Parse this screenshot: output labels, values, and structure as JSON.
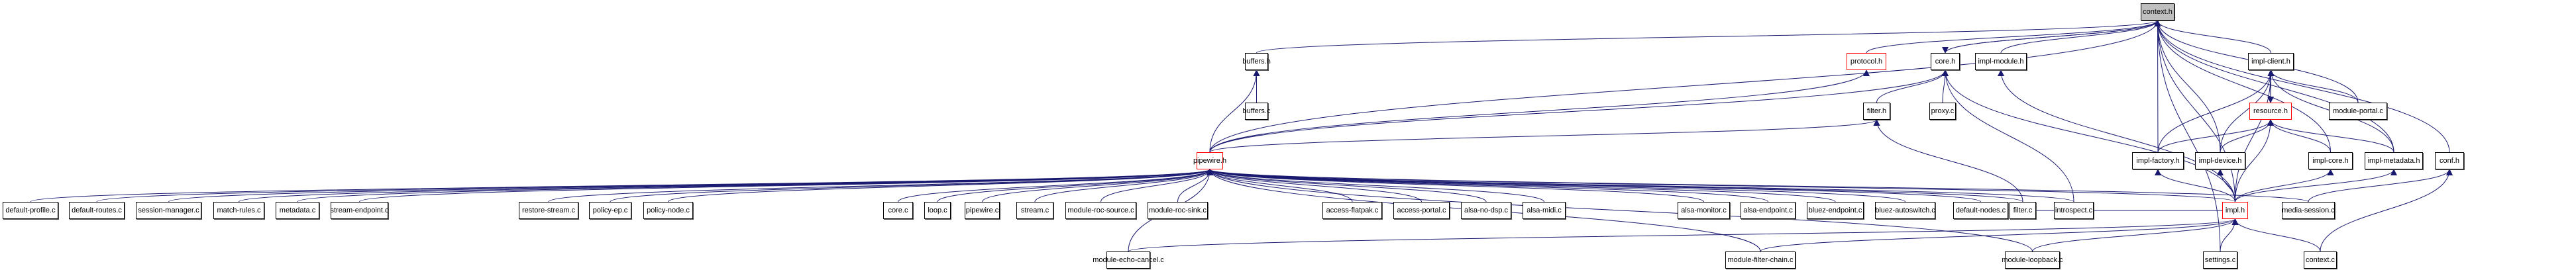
{
  "graph": {
    "title": "context.h",
    "edge_color": "#191970",
    "highlight_border": "#ff0000",
    "root_fill": "#bfbfbf",
    "nodes": [
      {
        "id": "context_h",
        "label": "context.h",
        "style": "root"
      },
      {
        "id": "buffers_h",
        "label": "buffers.h",
        "style": "normal"
      },
      {
        "id": "buffers_c",
        "label": "buffers.c",
        "style": "normal"
      },
      {
        "id": "protocol_h",
        "label": "protocol.h",
        "style": "red"
      },
      {
        "id": "core_h",
        "label": "core.h",
        "style": "normal"
      },
      {
        "id": "impl_module_h",
        "label": "impl-module.h",
        "style": "normal"
      },
      {
        "id": "impl_client_h",
        "label": "impl-client.h",
        "style": "normal"
      },
      {
        "id": "filter_h",
        "label": "filter.h",
        "style": "normal"
      },
      {
        "id": "proxy_c",
        "label": "proxy.c",
        "style": "normal"
      },
      {
        "id": "resource_h",
        "label": "resource.h",
        "style": "red"
      },
      {
        "id": "module_portal_c",
        "label": "module-portal.c",
        "style": "normal"
      },
      {
        "id": "pipewire_h",
        "label": "pipewire.h",
        "style": "red"
      },
      {
        "id": "impl_factory_h",
        "label": "impl-factory.h",
        "style": "normal"
      },
      {
        "id": "impl_device_h",
        "label": "impl-device.h",
        "style": "normal"
      },
      {
        "id": "impl_core_h",
        "label": "impl-core.h",
        "style": "normal"
      },
      {
        "id": "impl_metadata_h",
        "label": "impl-metadata.h",
        "style": "normal"
      },
      {
        "id": "conf_h",
        "label": "conf.h",
        "style": "normal"
      },
      {
        "id": "default_profile_c",
        "label": "default-profile.c",
        "style": "normal"
      },
      {
        "id": "default_routes_c",
        "label": "default-routes.c",
        "style": "normal"
      },
      {
        "id": "session_manager_c",
        "label": "session-manager.c",
        "style": "normal"
      },
      {
        "id": "match_rules_c",
        "label": "match-rules.c",
        "style": "normal"
      },
      {
        "id": "metadata_c",
        "label": "metadata.c",
        "style": "normal"
      },
      {
        "id": "stream_endpoint_c",
        "label": "stream-endpoint.c",
        "style": "normal"
      },
      {
        "id": "restore_stream_c",
        "label": "restore-stream.c",
        "style": "normal"
      },
      {
        "id": "policy_ep_c",
        "label": "policy-ep.c",
        "style": "normal"
      },
      {
        "id": "policy_node_c",
        "label": "policy-node.c",
        "style": "normal"
      },
      {
        "id": "core_c",
        "label": "core.c",
        "style": "normal"
      },
      {
        "id": "loop_c",
        "label": "loop.c",
        "style": "normal"
      },
      {
        "id": "pipewire_c",
        "label": "pipewire.c",
        "style": "normal"
      },
      {
        "id": "stream_c",
        "label": "stream.c",
        "style": "normal"
      },
      {
        "id": "module_roc_source_c",
        "label": "module-roc-source.c",
        "style": "normal"
      },
      {
        "id": "module_roc_sink_c",
        "label": "module-roc-sink.c",
        "style": "normal"
      },
      {
        "id": "access_flatpak_c",
        "label": "access-flatpak.c",
        "style": "normal"
      },
      {
        "id": "access_portal_c",
        "label": "access-portal.c",
        "style": "normal"
      },
      {
        "id": "alsa_no_dsp_c",
        "label": "alsa-no-dsp.c",
        "style": "normal"
      },
      {
        "id": "alsa_midi_c",
        "label": "alsa-midi.c",
        "style": "normal"
      },
      {
        "id": "alsa_monitor_c",
        "label": "alsa-monitor.c",
        "style": "normal"
      },
      {
        "id": "alsa_endpoint_c",
        "label": "alsa-endpoint.c",
        "style": "normal"
      },
      {
        "id": "bluez_endpoint_c",
        "label": "bluez-endpoint.c",
        "style": "normal"
      },
      {
        "id": "bluez_autoswitch_c",
        "label": "bluez-autoswitch.c",
        "style": "normal"
      },
      {
        "id": "default_nodes_c",
        "label": "default-nodes.c",
        "style": "normal"
      },
      {
        "id": "filter_c",
        "label": "filter.c",
        "style": "normal"
      },
      {
        "id": "introspect_c",
        "label": "introspect.c",
        "style": "normal"
      },
      {
        "id": "impl_h",
        "label": "impl.h",
        "style": "red"
      },
      {
        "id": "media_session_c",
        "label": "media-session.c",
        "style": "normal"
      },
      {
        "id": "module_echo_cancel_c",
        "label": "module-echo-cancel.c",
        "style": "normal"
      },
      {
        "id": "module_filter_chain_c",
        "label": "module-filter-chain.c",
        "style": "normal"
      },
      {
        "id": "module_loopback_c",
        "label": "module-loopback.c",
        "style": "normal"
      },
      {
        "id": "settings_c",
        "label": "settings.c",
        "style": "normal"
      },
      {
        "id": "context_c",
        "label": "context.c",
        "style": "normal"
      }
    ],
    "edges": [
      [
        "buffers_h",
        "context_h"
      ],
      [
        "protocol_h",
        "context_h"
      ],
      [
        "core_h",
        "context_h"
      ],
      [
        "context_h",
        "core_h"
      ],
      [
        "impl_module_h",
        "context_h"
      ],
      [
        "impl_client_h",
        "context_h"
      ],
      [
        "module_portal_c",
        "context_h"
      ],
      [
        "pipewire_h",
        "context_h"
      ],
      [
        "impl_factory_h",
        "context_h"
      ],
      [
        "impl_device_h",
        "context_h"
      ],
      [
        "impl_core_h",
        "context_h"
      ],
      [
        "impl_metadata_h",
        "context_h"
      ],
      [
        "conf_h",
        "context_h"
      ],
      [
        "impl_h",
        "context_h"
      ],
      [
        "buffers_c",
        "buffers_h"
      ],
      [
        "pipewire_h",
        "buffers_h"
      ],
      [
        "pipewire_h",
        "protocol_h"
      ],
      [
        "pipewire_h",
        "core_h"
      ],
      [
        "filter_h",
        "core_h"
      ],
      [
        "proxy_c",
        "core_h"
      ],
      [
        "impl_h",
        "core_h"
      ],
      [
        "introspect_c",
        "core_h"
      ],
      [
        "impl_h",
        "impl_module_h"
      ],
      [
        "resource_h",
        "impl_client_h"
      ],
      [
        "impl_client_h",
        "resource_h"
      ],
      [
        "module_portal_c",
        "impl_client_h"
      ],
      [
        "impl_factory_h",
        "impl_client_h"
      ],
      [
        "impl_h",
        "impl_client_h"
      ],
      [
        "impl_device_h",
        "impl_client_h"
      ],
      [
        "impl_metadata_h",
        "impl_client_h"
      ],
      [
        "impl_factory_h",
        "resource_h"
      ],
      [
        "impl_device_h",
        "resource_h"
      ],
      [
        "impl_core_h",
        "resource_h"
      ],
      [
        "impl_metadata_h",
        "resource_h"
      ],
      [
        "impl_h",
        "resource_h"
      ],
      [
        "pipewire_h",
        "filter_h"
      ],
      [
        "filter_c",
        "filter_h"
      ],
      [
        "impl_h",
        "impl_factory_h"
      ],
      [
        "impl_h",
        "impl_device_h"
      ],
      [
        "impl_h",
        "impl_core_h"
      ],
      [
        "impl_h",
        "impl_metadata_h"
      ],
      [
        "media_session_c",
        "conf_h"
      ],
      [
        "context_c",
        "conf_h"
      ],
      [
        "default_profile_c",
        "pipewire_h"
      ],
      [
        "default_routes_c",
        "pipewire_h"
      ],
      [
        "session_manager_c",
        "pipewire_h"
      ],
      [
        "match_rules_c",
        "pipewire_h"
      ],
      [
        "metadata_c",
        "pipewire_h"
      ],
      [
        "stream_endpoint_c",
        "pipewire_h"
      ],
      [
        "restore_stream_c",
        "pipewire_h"
      ],
      [
        "policy_ep_c",
        "pipewire_h"
      ],
      [
        "policy_node_c",
        "pipewire_h"
      ],
      [
        "core_c",
        "pipewire_h"
      ],
      [
        "loop_c",
        "pipewire_h"
      ],
      [
        "pipewire_c",
        "pipewire_h"
      ],
      [
        "stream_c",
        "pipewire_h"
      ],
      [
        "module_roc_source_c",
        "pipewire_h"
      ],
      [
        "module_roc_sink_c",
        "pipewire_h"
      ],
      [
        "access_flatpak_c",
        "pipewire_h"
      ],
      [
        "access_portal_c",
        "pipewire_h"
      ],
      [
        "alsa_no_dsp_c",
        "pipewire_h"
      ],
      [
        "alsa_midi_c",
        "pipewire_h"
      ],
      [
        "alsa_monitor_c",
        "pipewire_h"
      ],
      [
        "alsa_endpoint_c",
        "pipewire_h"
      ],
      [
        "bluez_endpoint_c",
        "pipewire_h"
      ],
      [
        "bluez_autoswitch_c",
        "pipewire_h"
      ],
      [
        "default_nodes_c",
        "pipewire_h"
      ],
      [
        "filter_c",
        "pipewire_h"
      ],
      [
        "introspect_c",
        "pipewire_h"
      ],
      [
        "media_session_c",
        "pipewire_h"
      ],
      [
        "module_echo_cancel_c",
        "pipewire_h"
      ],
      [
        "module_filter_chain_c",
        "pipewire_h"
      ],
      [
        "module_loopback_c",
        "pipewire_h"
      ],
      [
        "impl_h",
        "pipewire_h"
      ],
      [
        "filter_c",
        "impl_h"
      ],
      [
        "introspect_c",
        "impl_h"
      ],
      [
        "module_echo_cancel_c",
        "impl_h"
      ],
      [
        "module_filter_chain_c",
        "impl_h"
      ],
      [
        "module_loopback_c",
        "impl_h"
      ],
      [
        "settings_c",
        "impl_h"
      ],
      [
        "context_c",
        "impl_h"
      ],
      [
        "settings_c",
        "context_h"
      ]
    ]
  }
}
